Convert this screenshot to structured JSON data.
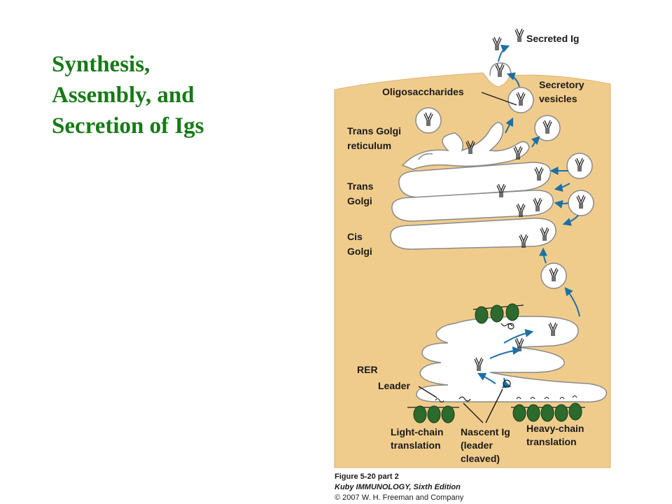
{
  "title": {
    "lines": [
      "Synthesis,",
      "Assembly, and",
      "Secretion of Igs"
    ],
    "color": "#177a17"
  },
  "figure": {
    "background_color": "#f0cc8c",
    "labels": {
      "secreted_ig": "Secreted Ig",
      "oligosaccharides": "Oligosaccharides",
      "secretory_vesicles": [
        "Secretory",
        "vesicles"
      ],
      "trans_golgi_reticulum": [
        "Trans Golgi",
        "reticulum"
      ],
      "trans_golgi": [
        "Trans",
        "Golgi"
      ],
      "cis_golgi": [
        "Cis",
        "Golgi"
      ],
      "rer": "RER",
      "leader": "Leader",
      "light_chain_translation": [
        "Light-chain",
        "translation"
      ],
      "nascent_ig": [
        "Nascent Ig",
        "(leader",
        "cleaved)"
      ],
      "heavy_chain_translation": [
        "Heavy-chain",
        "translation"
      ]
    },
    "caption": {
      "figure_number": "Figure 5-20 part 2",
      "book": "Kuby IMMUNOLOGY, Sixth Edition",
      "copyright": "© 2007 W. H. Freeman and Company"
    }
  }
}
